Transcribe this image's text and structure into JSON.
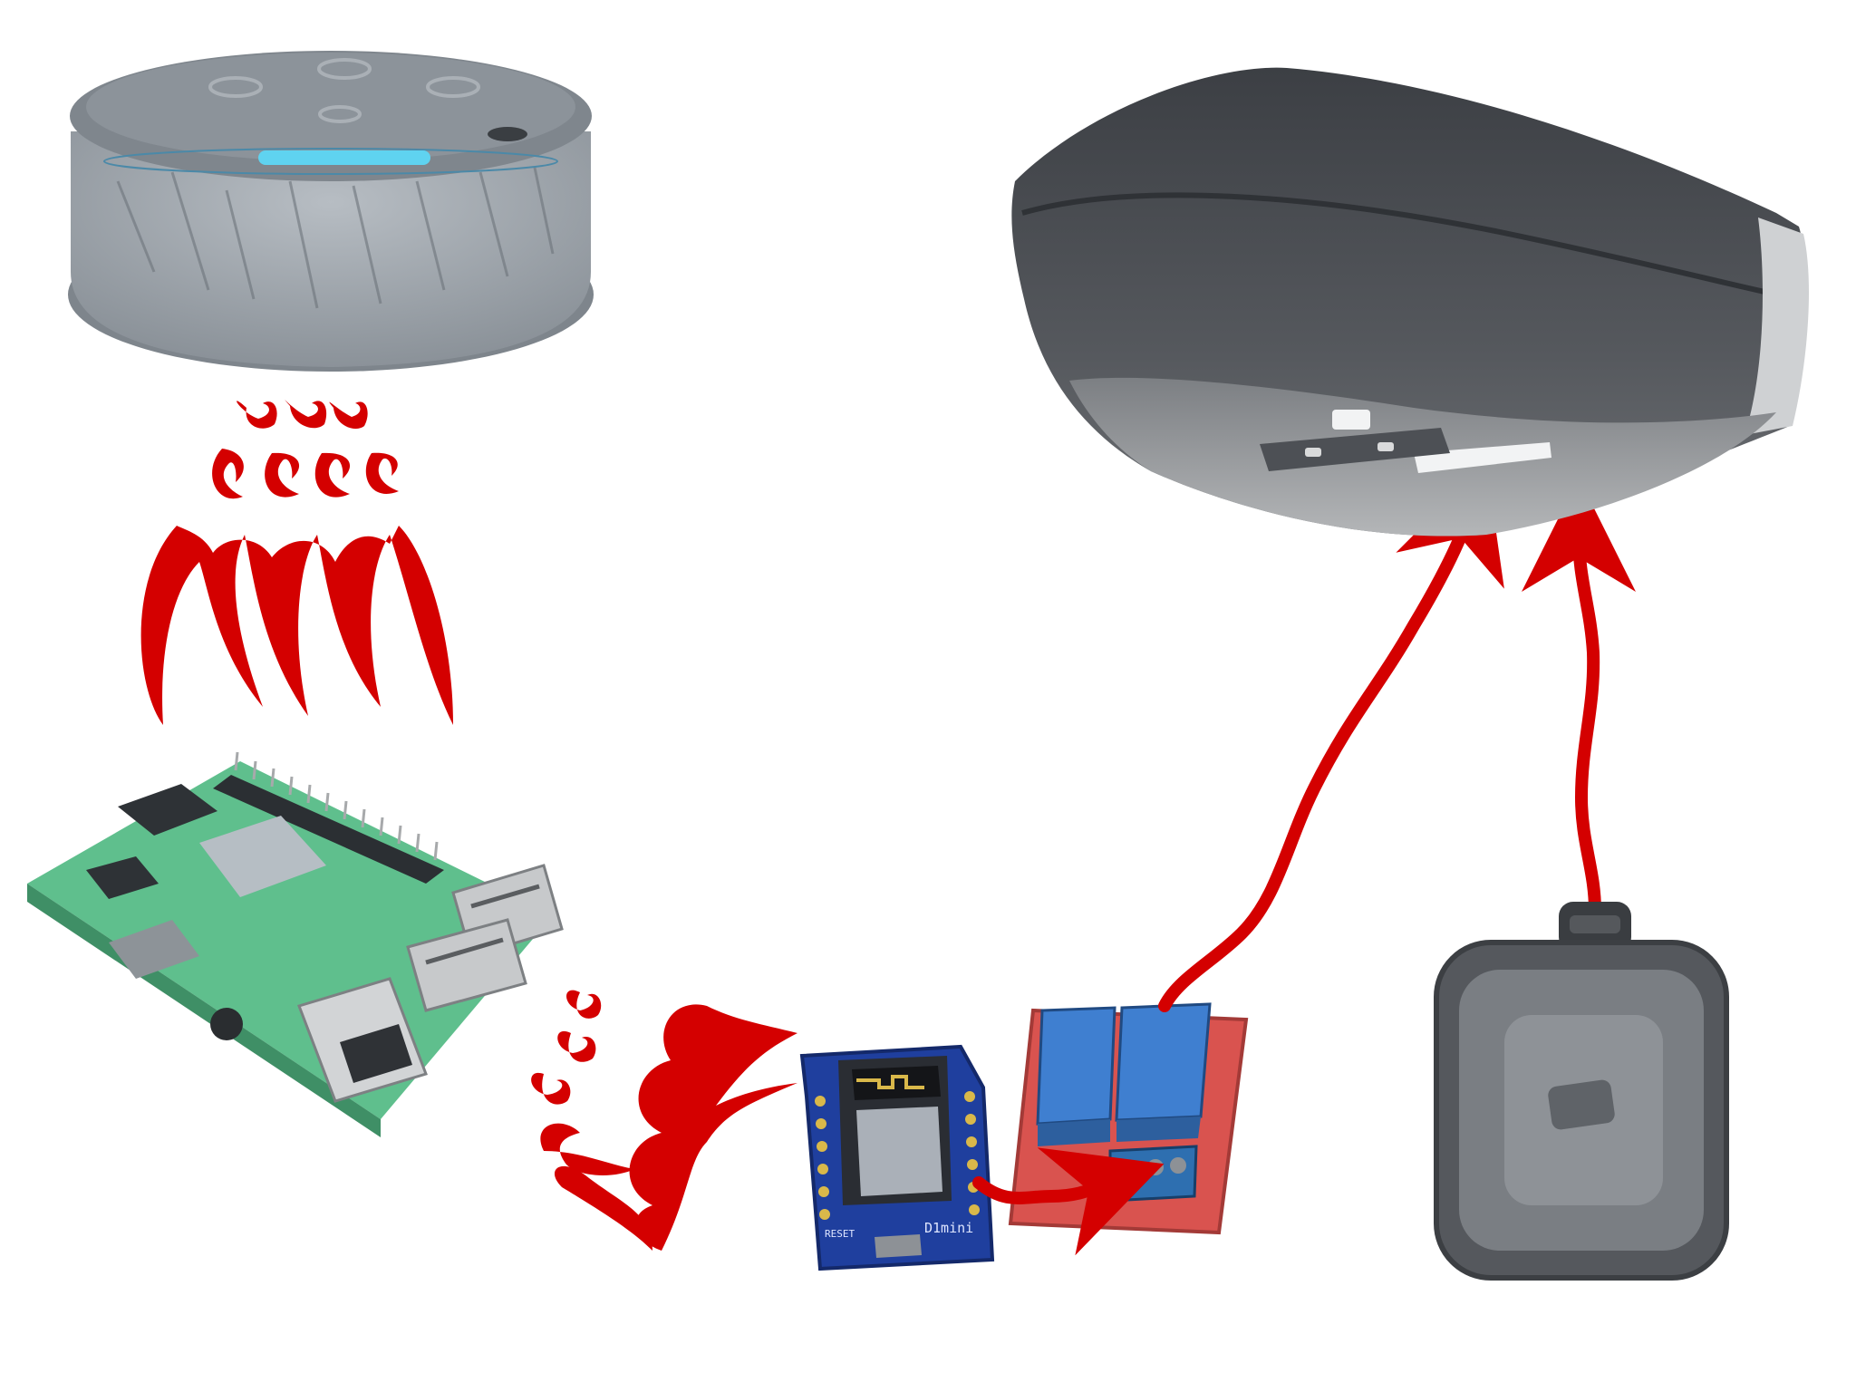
{
  "colors": {
    "background": "#ffffff",
    "arrow_red": "#d40000",
    "speaker_fabric": "#9aa1a8",
    "speaker_top": "#7f868d",
    "speaker_light": "#5fd3f0",
    "pi_board": "#4caf7a",
    "esp_board": "#1f3f9e",
    "relay_board": "#d9534f",
    "relay_block": "#3f7fd0",
    "opener_body": "#4a4d52",
    "opener_base": "#8c8f93",
    "remote_body": "#6f7378"
  },
  "devices": {
    "smart_speaker": {
      "icon": "smart-speaker-icon"
    },
    "raspberry_pi": {
      "icon": "single-board-computer-icon"
    },
    "wifi_module": {
      "icon": "wifi-microcontroller-icon",
      "silk_label": "D1mini",
      "reset_label": "RESET"
    },
    "relay_module": {
      "icon": "relay-module-icon"
    },
    "garage_opener": {
      "icon": "garage-door-opener-icon"
    },
    "wall_button": {
      "icon": "wall-push-button-icon"
    }
  },
  "links": [
    {
      "from": "smart_speaker",
      "to": "raspberry_pi",
      "kind": "wireless"
    },
    {
      "from": "raspberry_pi",
      "to": "wifi_module",
      "kind": "wireless"
    },
    {
      "from": "wifi_module",
      "to": "relay_module",
      "kind": "wired"
    },
    {
      "from": "relay_module",
      "to": "garage_opener",
      "kind": "wired"
    },
    {
      "from": "wall_button",
      "to": "garage_opener",
      "kind": "wired"
    }
  ]
}
